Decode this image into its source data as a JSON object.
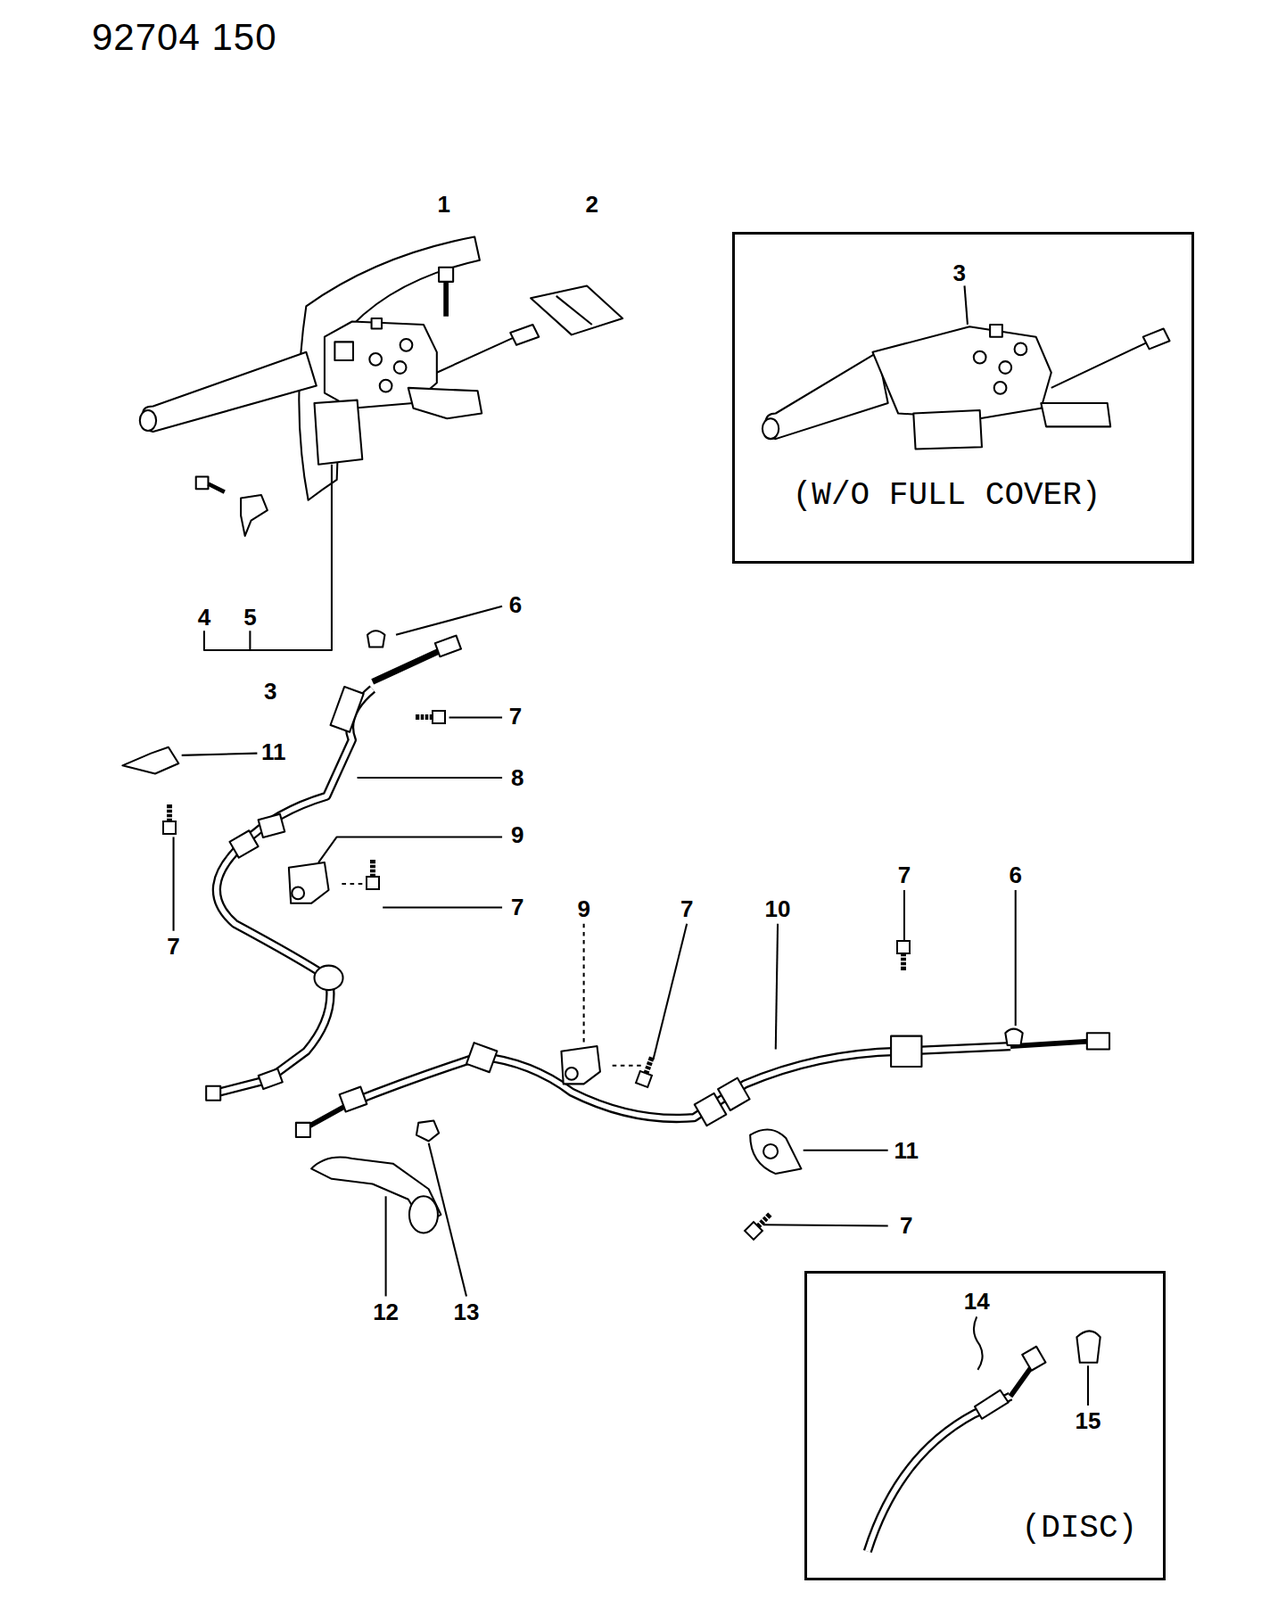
{
  "diagram": {
    "title": "92704 150",
    "nodes": [
      {
        "text": [
          "(W/O FULL COVER)"
        ]
      },
      {
        "text": [
          "(DISC)"
        ]
      }
    ],
    "labels": [
      "1",
      "2",
      "3",
      "6",
      "4",
      "5",
      "3",
      "7",
      "11",
      "8",
      "9",
      "7",
      "6",
      "7",
      "9",
      "7",
      "10",
      "7",
      "11",
      "7",
      "14",
      "12",
      "13",
      "15"
    ]
  }
}
